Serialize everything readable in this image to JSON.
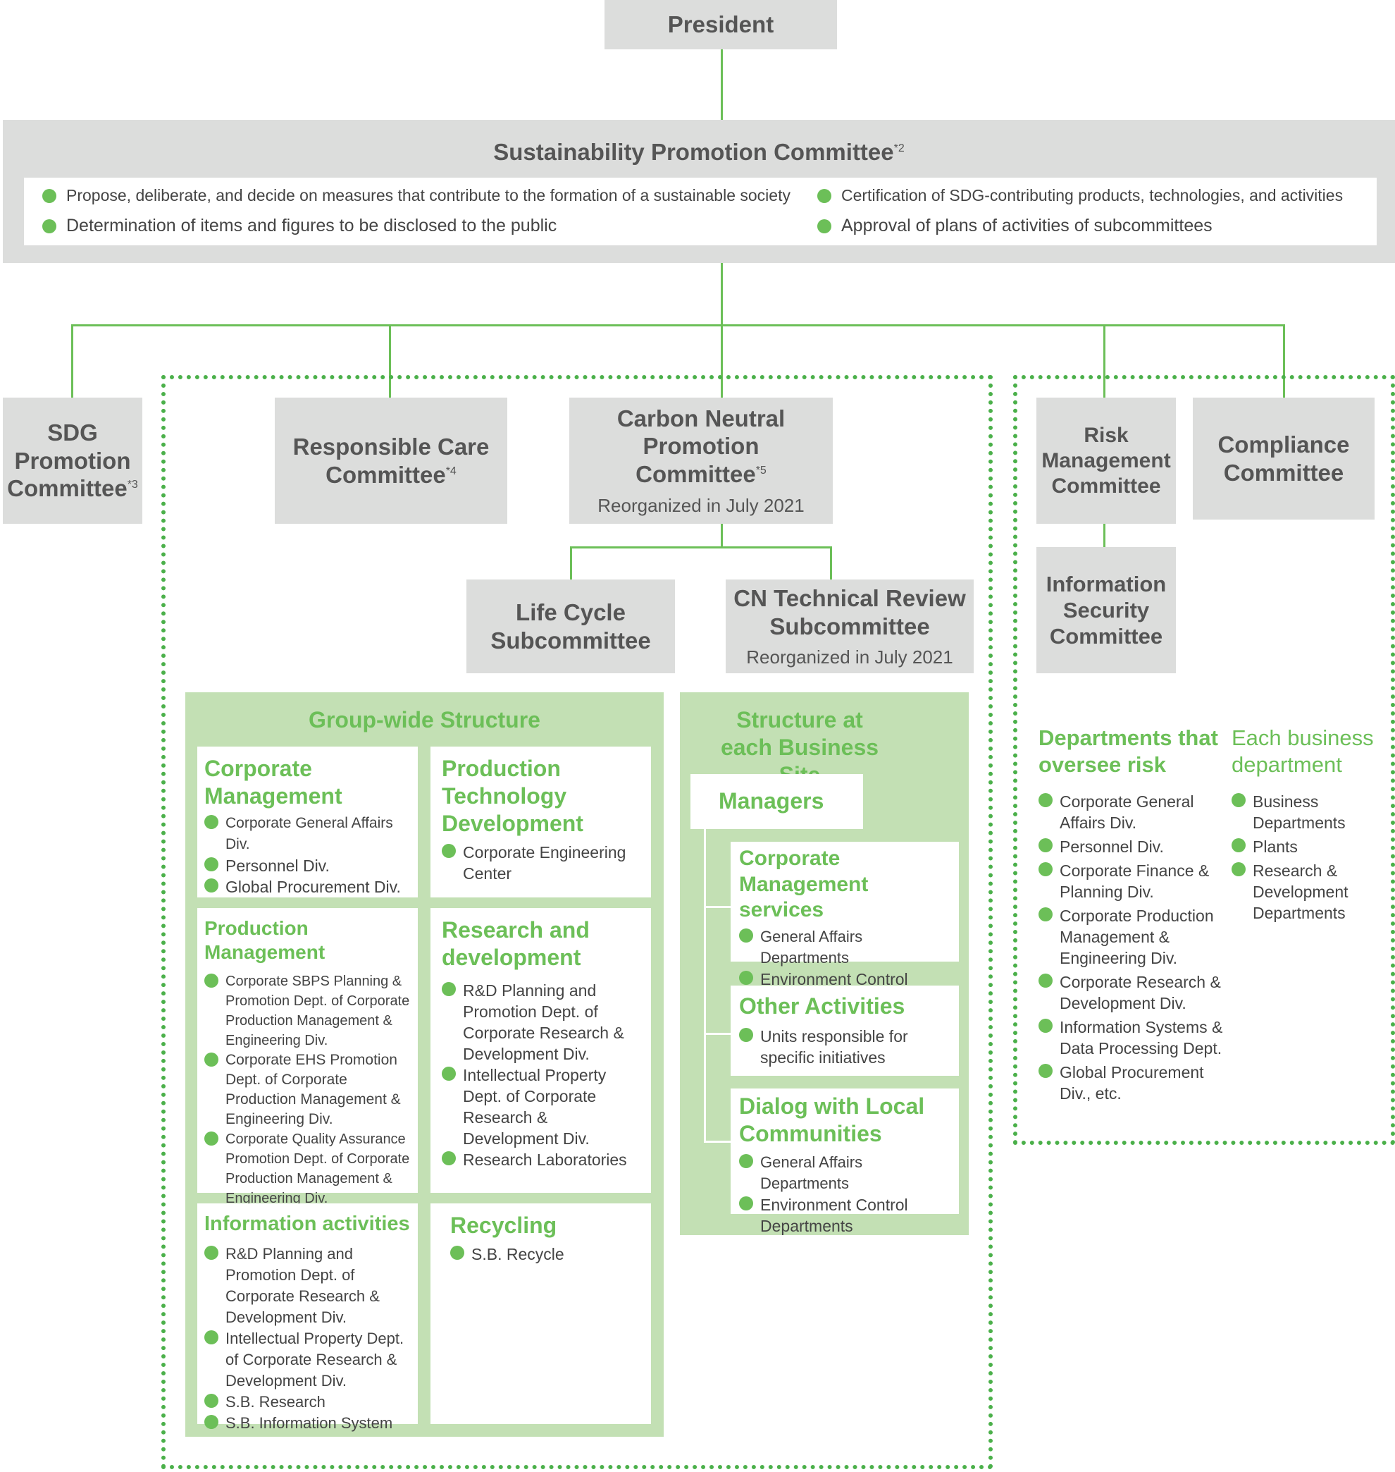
{
  "president": "President",
  "spc": {
    "title": "Sustainability Promotion Committee",
    "note": "*2",
    "items": [
      "Propose, deliberate, and decide on measures that contribute to the formation of a sustainable society",
      "Determination of items and figures to be disclosed to the public",
      "Certification of SDG-contributing products, technologies, and activities",
      "Approval of plans of activities of subcommittees"
    ]
  },
  "committees": {
    "sdg": {
      "title": "SDG Promotion Committee",
      "note": "*3"
    },
    "rc": {
      "title": "Responsible Care Committee",
      "note": "*4"
    },
    "cn": {
      "title": "Carbon Neutral Promotion Committee",
      "note": "*5",
      "sub": "Reorganized in July 2021"
    },
    "lc": {
      "title": "Life Cycle Subcommittee"
    },
    "cntr": {
      "title": "CN Technical Review Subcommittee",
      "sub": "Reorganized in July 2021"
    },
    "risk": {
      "title": "Risk Management Committee"
    },
    "infosec": {
      "title": "Information Security Committee"
    },
    "compliance": {
      "title": "Compliance Committee"
    }
  },
  "group_wide": {
    "title": "Group-wide Structure",
    "corp_mgmt": {
      "title": "Corporate Management",
      "items": [
        "Corporate General Affairs Div.",
        "Personnel Div.",
        "Global Procurement Div."
      ]
    },
    "prod_tech": {
      "title": "Production Technology Development",
      "items": [
        "Corporate Engineering Center"
      ]
    },
    "prod_mgmt": {
      "title": "Production Management",
      "items": [
        "Corporate SBPS Planning & Promotion Dept. of Corporate Production Management & Engineering Div.",
        "Corporate EHS Promotion Dept. of Corporate Production Management & Engineering Div.",
        "Corporate Quality Assurance Promotion Dept. of Corporate Production Management & Engineering Div."
      ]
    },
    "rnd": {
      "title": "Research and development",
      "items": [
        "R&D Planning and Promotion Dept. of Corporate Research & Development Div.",
        "Intellectual Property Dept. of Corporate Research & Development Div.",
        "Research Laboratories"
      ]
    },
    "info": {
      "title": "Information activities",
      "items": [
        "R&D Planning and Promotion Dept. of Corporate Research & Development Div.",
        "Intellectual Property Dept. of Corporate Research & Development Div.",
        "S.B. Research",
        "S.B. Information System"
      ]
    },
    "recycling": {
      "title": "Recycling",
      "items": [
        "S.B. Recycle"
      ]
    }
  },
  "site": {
    "title": "Structure at each Business Site",
    "managers": "Managers",
    "cms": {
      "title": "Corporate Management services",
      "items": [
        "General Affairs Departments",
        "Environment Control Departments"
      ]
    },
    "other": {
      "title": "Other Activities",
      "items": [
        "Units responsible for specific initiatives"
      ]
    },
    "dialog": {
      "title": "Dialog with Local Communities",
      "items": [
        "General Affairs Departments",
        "Environment Control Departments"
      ]
    }
  },
  "risk_depts": {
    "title": "Departments that oversee risk",
    "items": [
      "Corporate General Affairs Div.",
      "Personnel Div.",
      "Corporate Finance & Planning Div.",
      "Corporate Production Management & Engineering Div.",
      "Corporate Research & Development Div.",
      "Information Systems & Data Processing Dept.",
      "Global Procurement Div., etc."
    ]
  },
  "business_depts": {
    "title": "Each business department",
    "items": [
      "Business Departments",
      "Plants",
      "Research & Development Departments"
    ]
  },
  "colors": {
    "accent": "#6cbf58",
    "box_gray": "#dcdddc",
    "panel_green": "#c3e0b4",
    "text": "#555555"
  }
}
